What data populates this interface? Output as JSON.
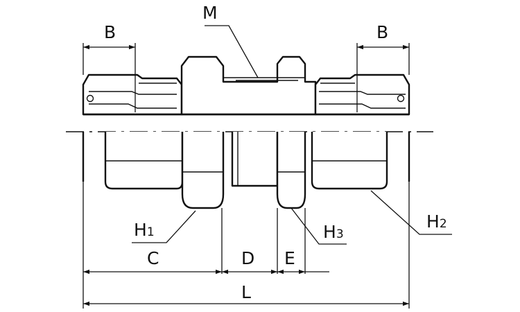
{
  "diagram": {
    "labels": {
      "M": "M",
      "B_left": "B",
      "B_right": "B",
      "H1_main": "H",
      "H1_sub": "1",
      "H2_main": "H",
      "H2_sub": "2",
      "H3_main": "H",
      "H3_sub": "3",
      "C": "C",
      "D": "D",
      "E": "E",
      "L": "L"
    }
  }
}
